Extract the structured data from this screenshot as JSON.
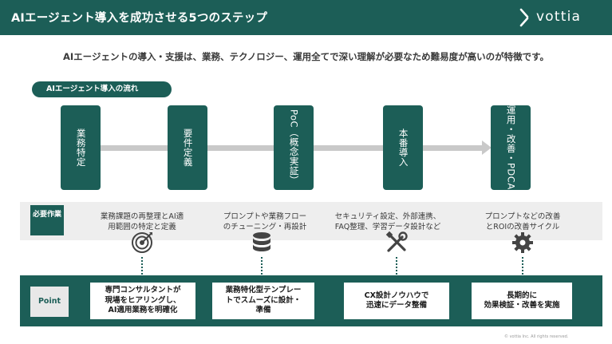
{
  "header": {
    "title": "AIエージェント導入を成功させる5つのステップ",
    "brand": "vottia"
  },
  "subtitle": "AIエージェントの導入・支援は、業務、テクノロジー、運用全てで深い理解が必要なため難易度が高いのが特徴です。",
  "flow_label": "AIエージェント導入の流れ",
  "steps": [
    {
      "label": "業務特定"
    },
    {
      "label": "要件定義"
    },
    {
      "label": "PoC（概念実証）"
    },
    {
      "label": "本番導入"
    },
    {
      "label": "運用・改善・PDCA"
    }
  ],
  "required_work": {
    "tag": "必要作業",
    "items": [
      {
        "line1": "業務課題の再整理とAI適",
        "line2": "用範囲の特定と定義",
        "icon": "target-icon"
      },
      {
        "line1": "プロンプトや業務フロー",
        "line2": "のチューニング・再設計",
        "icon": "database-icon"
      },
      {
        "line1": "セキュリティ設定、外部連携、",
        "line2": "FAQ整理、学習データ設計など",
        "icon": "tools-icon"
      },
      {
        "line1": "プロンプトなどの改善",
        "line2": "とROIの改善サイクル",
        "icon": "gear-icon"
      }
    ]
  },
  "point": {
    "tag": "Point",
    "items": [
      {
        "lines": [
          "専門コンサルタントが",
          "現場をヒアリングし、",
          "AI適用業務を明確化"
        ]
      },
      {
        "lines": [
          "業務特化型テンプレー",
          "トでスムーズに設計・",
          "準備"
        ]
      },
      {
        "lines": [
          "CX設計ノウハウで",
          "迅速にデータ整備"
        ]
      },
      {
        "lines": [
          "長期的に",
          "効果検証・改善を実施"
        ]
      }
    ]
  },
  "copyright": "© vottia Inc. All rights reserved.",
  "colors": {
    "primary": "#1c5e57",
    "band": "#eeeeee",
    "arrow": "#c9c9c9"
  }
}
